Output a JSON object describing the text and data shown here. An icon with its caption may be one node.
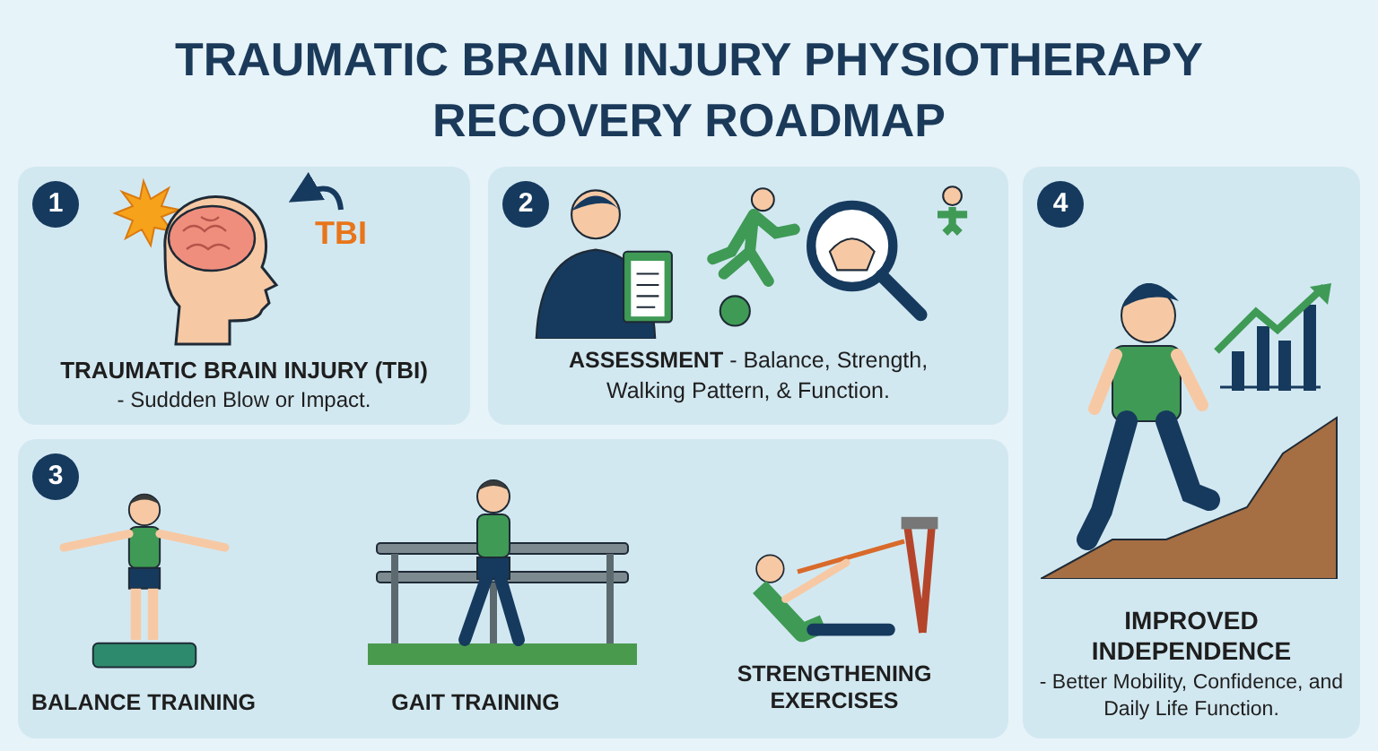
{
  "diagram": {
    "title": "TRAUMATIC BRAIN INJURY PHYSIOTHERAPY RECOVERY ROADMAP",
    "nodes": [
      {
        "text": [
          "1",
          "TRAUMATIC BRAIN INJURY (TBI)",
          "- Suddden Blow or Impact."
        ]
      },
      {
        "text": [],
        "shape": "picture",
        "in": 0
      },
      {
        "text": [
          "TBI"
        ],
        "in": 0
      },
      {
        "text": [
          "2",
          "**ASSESSMENT** - Balance, Strength, Walking Pattern, & Function."
        ]
      },
      {
        "text": [
          "3",
          "BALANCE TRAINING",
          "GAIT TRAINING",
          "STRENGTHENING EXERCISES"
        ]
      },
      {
        "text": [
          "4",
          "IMPROVED INDEPENDENCE",
          "- Better Mobility, Confidence, and Daily Life Function."
        ]
      }
    ],
    "edges": [
      {
        "from": 2,
        "to": 1,
        "arrow": "to"
      }
    ]
  }
}
